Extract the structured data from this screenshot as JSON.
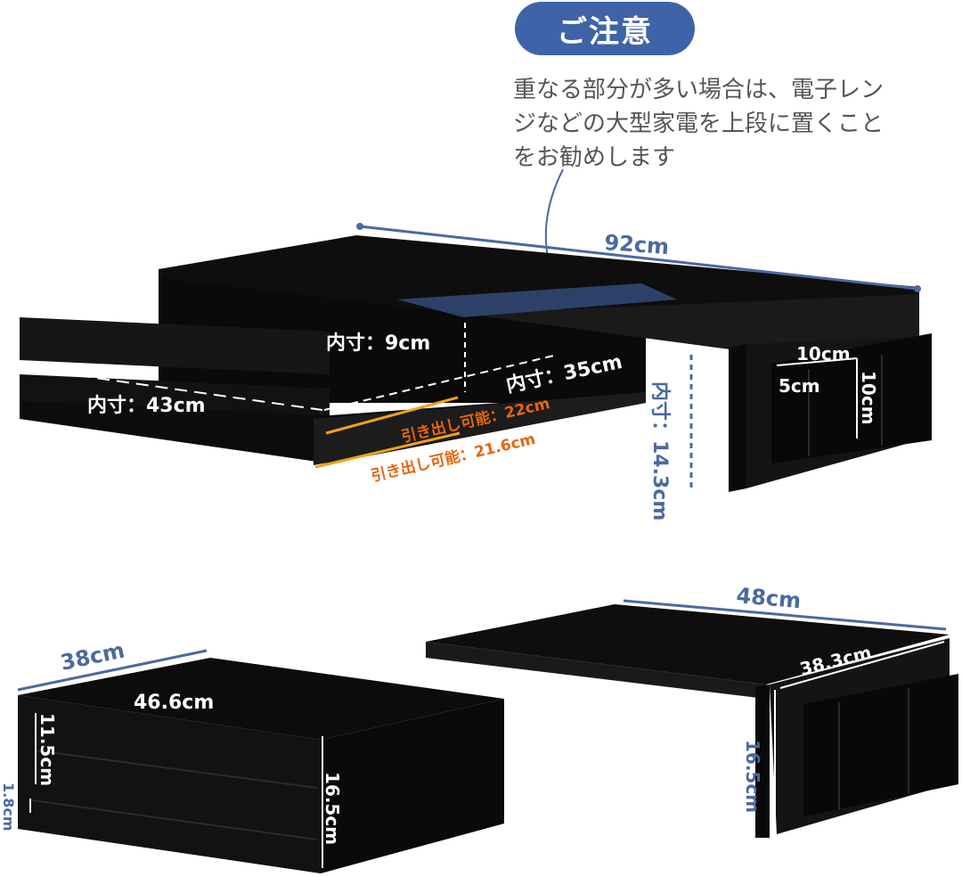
{
  "caution": {
    "badge": "ご注意",
    "lines": [
      "重なる部分が多い場合は、電子レン",
      "ジなどの大型家電を上段に置くこと",
      "をお勧めします"
    ]
  },
  "top_unit": {
    "width": "92cm",
    "inner_height": "内寸：9cm",
    "inner_depth": "内寸：35cm",
    "inner_length": "内寸：43cm",
    "drawer_pull_upper": "引き出し可能：22cm",
    "drawer_pull_lower": "引き出し可能：21.6cm",
    "clearance": "内寸：14.3cm",
    "pocket_width": "10cm",
    "pocket_depth": "5cm",
    "pocket_height": "10cm"
  },
  "drawer_unit": {
    "depth": "38cm",
    "width": "46.6cm",
    "drawer_height": "11.5cm",
    "base_gap": "1.8cm",
    "total_height": "16.5cm"
  },
  "shelf_unit": {
    "width": "48cm",
    "depth": "38.3cm",
    "height": "16.5cm"
  },
  "colors": {
    "badge_bg": "#3f63a8",
    "dimension_line": "#4a6aa0",
    "pull_line": "#f2a118",
    "pull_text": "#e8650a",
    "body": "#111111"
  }
}
